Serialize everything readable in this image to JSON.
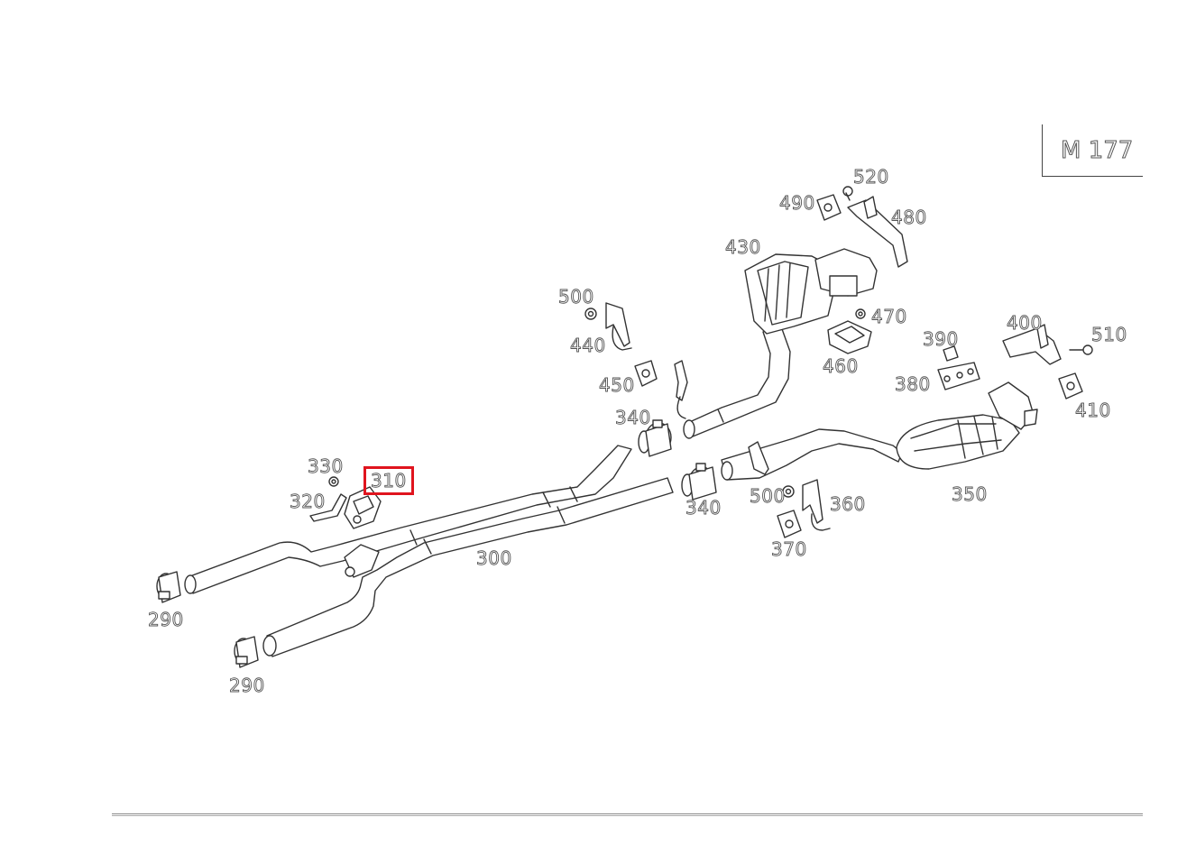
{
  "engine_code": "M 177",
  "highlight_color": "#e0141e",
  "callouts": [
    {
      "id": "c520",
      "text": "520"
    },
    {
      "id": "c490",
      "text": "490"
    },
    {
      "id": "c480",
      "text": "480"
    },
    {
      "id": "c430",
      "text": "430"
    },
    {
      "id": "c470",
      "text": "470"
    },
    {
      "id": "c460",
      "text": "460"
    },
    {
      "id": "c500a",
      "text": "500"
    },
    {
      "id": "c440",
      "text": "440"
    },
    {
      "id": "c450",
      "text": "450"
    },
    {
      "id": "c340a",
      "text": "340"
    },
    {
      "id": "c390",
      "text": "390"
    },
    {
      "id": "c400",
      "text": "400"
    },
    {
      "id": "c510",
      "text": "510"
    },
    {
      "id": "c380",
      "text": "380"
    },
    {
      "id": "c410",
      "text": "410"
    },
    {
      "id": "c330",
      "text": "330"
    },
    {
      "id": "c310",
      "text": "310",
      "highlighted": true
    },
    {
      "id": "c320",
      "text": "320"
    },
    {
      "id": "c300",
      "text": "300"
    },
    {
      "id": "c340b",
      "text": "340"
    },
    {
      "id": "c500b",
      "text": "500"
    },
    {
      "id": "c360",
      "text": "360"
    },
    {
      "id": "c370",
      "text": "370"
    },
    {
      "id": "c350",
      "text": "350"
    },
    {
      "id": "c290a",
      "text": "290"
    },
    {
      "id": "c290b",
      "text": "290"
    }
  ]
}
